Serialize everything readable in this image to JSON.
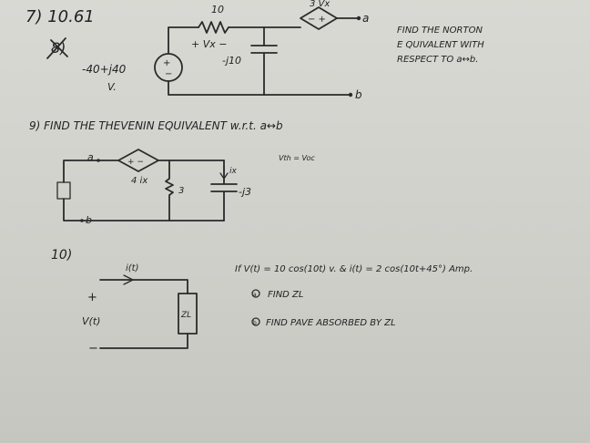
{
  "header": {
    "problem_ref": "7) 10.61",
    "struck_number": "8)"
  },
  "problem8": {
    "resistor_label": "10",
    "vx_polarity_label": "+  Vx  −",
    "capacitor_label": "-j10",
    "source_value": "-40+j40",
    "source_unit": "V.",
    "dependent_source_label": "3 Vx",
    "dependent_polarity": "− +",
    "terminal_a": "a",
    "terminal_b": "b",
    "instruction_lines": [
      "FIND THE NORTON",
      "E QUIVALENT WITH",
      "RESPECT TO a↔b."
    ]
  },
  "problem9": {
    "instruction": "9)  FIND THE THEVENIN EQUIVALENT w.r.t. a↔b",
    "terminal_a": "a",
    "terminal_b": "b",
    "dependent_source_label": "4 ix",
    "dependent_polarity": "+  −",
    "resistor_label": "3",
    "current_label": "ix",
    "capacitor_label": "-j3",
    "note": "Vth = Voc"
  },
  "problem10": {
    "number": "10)",
    "current_label": "i(t)",
    "voltage_plus": "+",
    "voltage_label": "V(t)",
    "voltage_minus": "−",
    "load_label": "ZL",
    "given": "If  V(t) = 10 cos(10t) v.  &  i(t) = 2 cos(10t+45°) Amp.",
    "tasks": [
      "FIND ZL",
      "FIND PAVE ABSORBED BY ZL"
    ],
    "task_markers": [
      "a",
      "b"
    ]
  },
  "colors": {
    "ink": "#2a2a2a",
    "paper": "#d4d4cf"
  }
}
